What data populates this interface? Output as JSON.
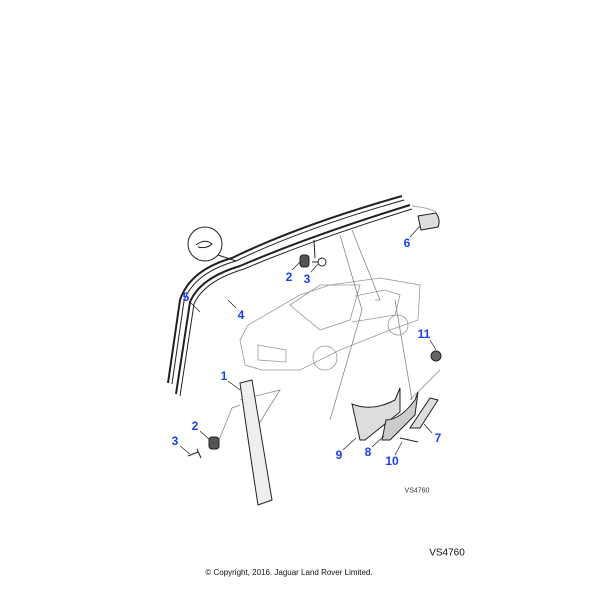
{
  "diagram": {
    "callouts": [
      {
        "id": "6",
        "label": "6"
      },
      {
        "id": "2a",
        "label": "2"
      },
      {
        "id": "3a",
        "label": "3"
      },
      {
        "id": "5",
        "label": "5"
      },
      {
        "id": "4",
        "label": "4"
      },
      {
        "id": "11",
        "label": "11"
      },
      {
        "id": "1",
        "label": "1"
      },
      {
        "id": "2b",
        "label": "2"
      },
      {
        "id": "3b",
        "label": "3"
      },
      {
        "id": "7",
        "label": "7"
      },
      {
        "id": "9",
        "label": "9"
      },
      {
        "id": "8",
        "label": "8"
      },
      {
        "id": "10",
        "label": "10"
      }
    ],
    "drawing_ref": "VS4760",
    "callout_color": "#1a3cff"
  },
  "footer": {
    "ref": "VS4760",
    "copyright": "© Copyright, 2016. Jaguar Land Rover Limited."
  }
}
